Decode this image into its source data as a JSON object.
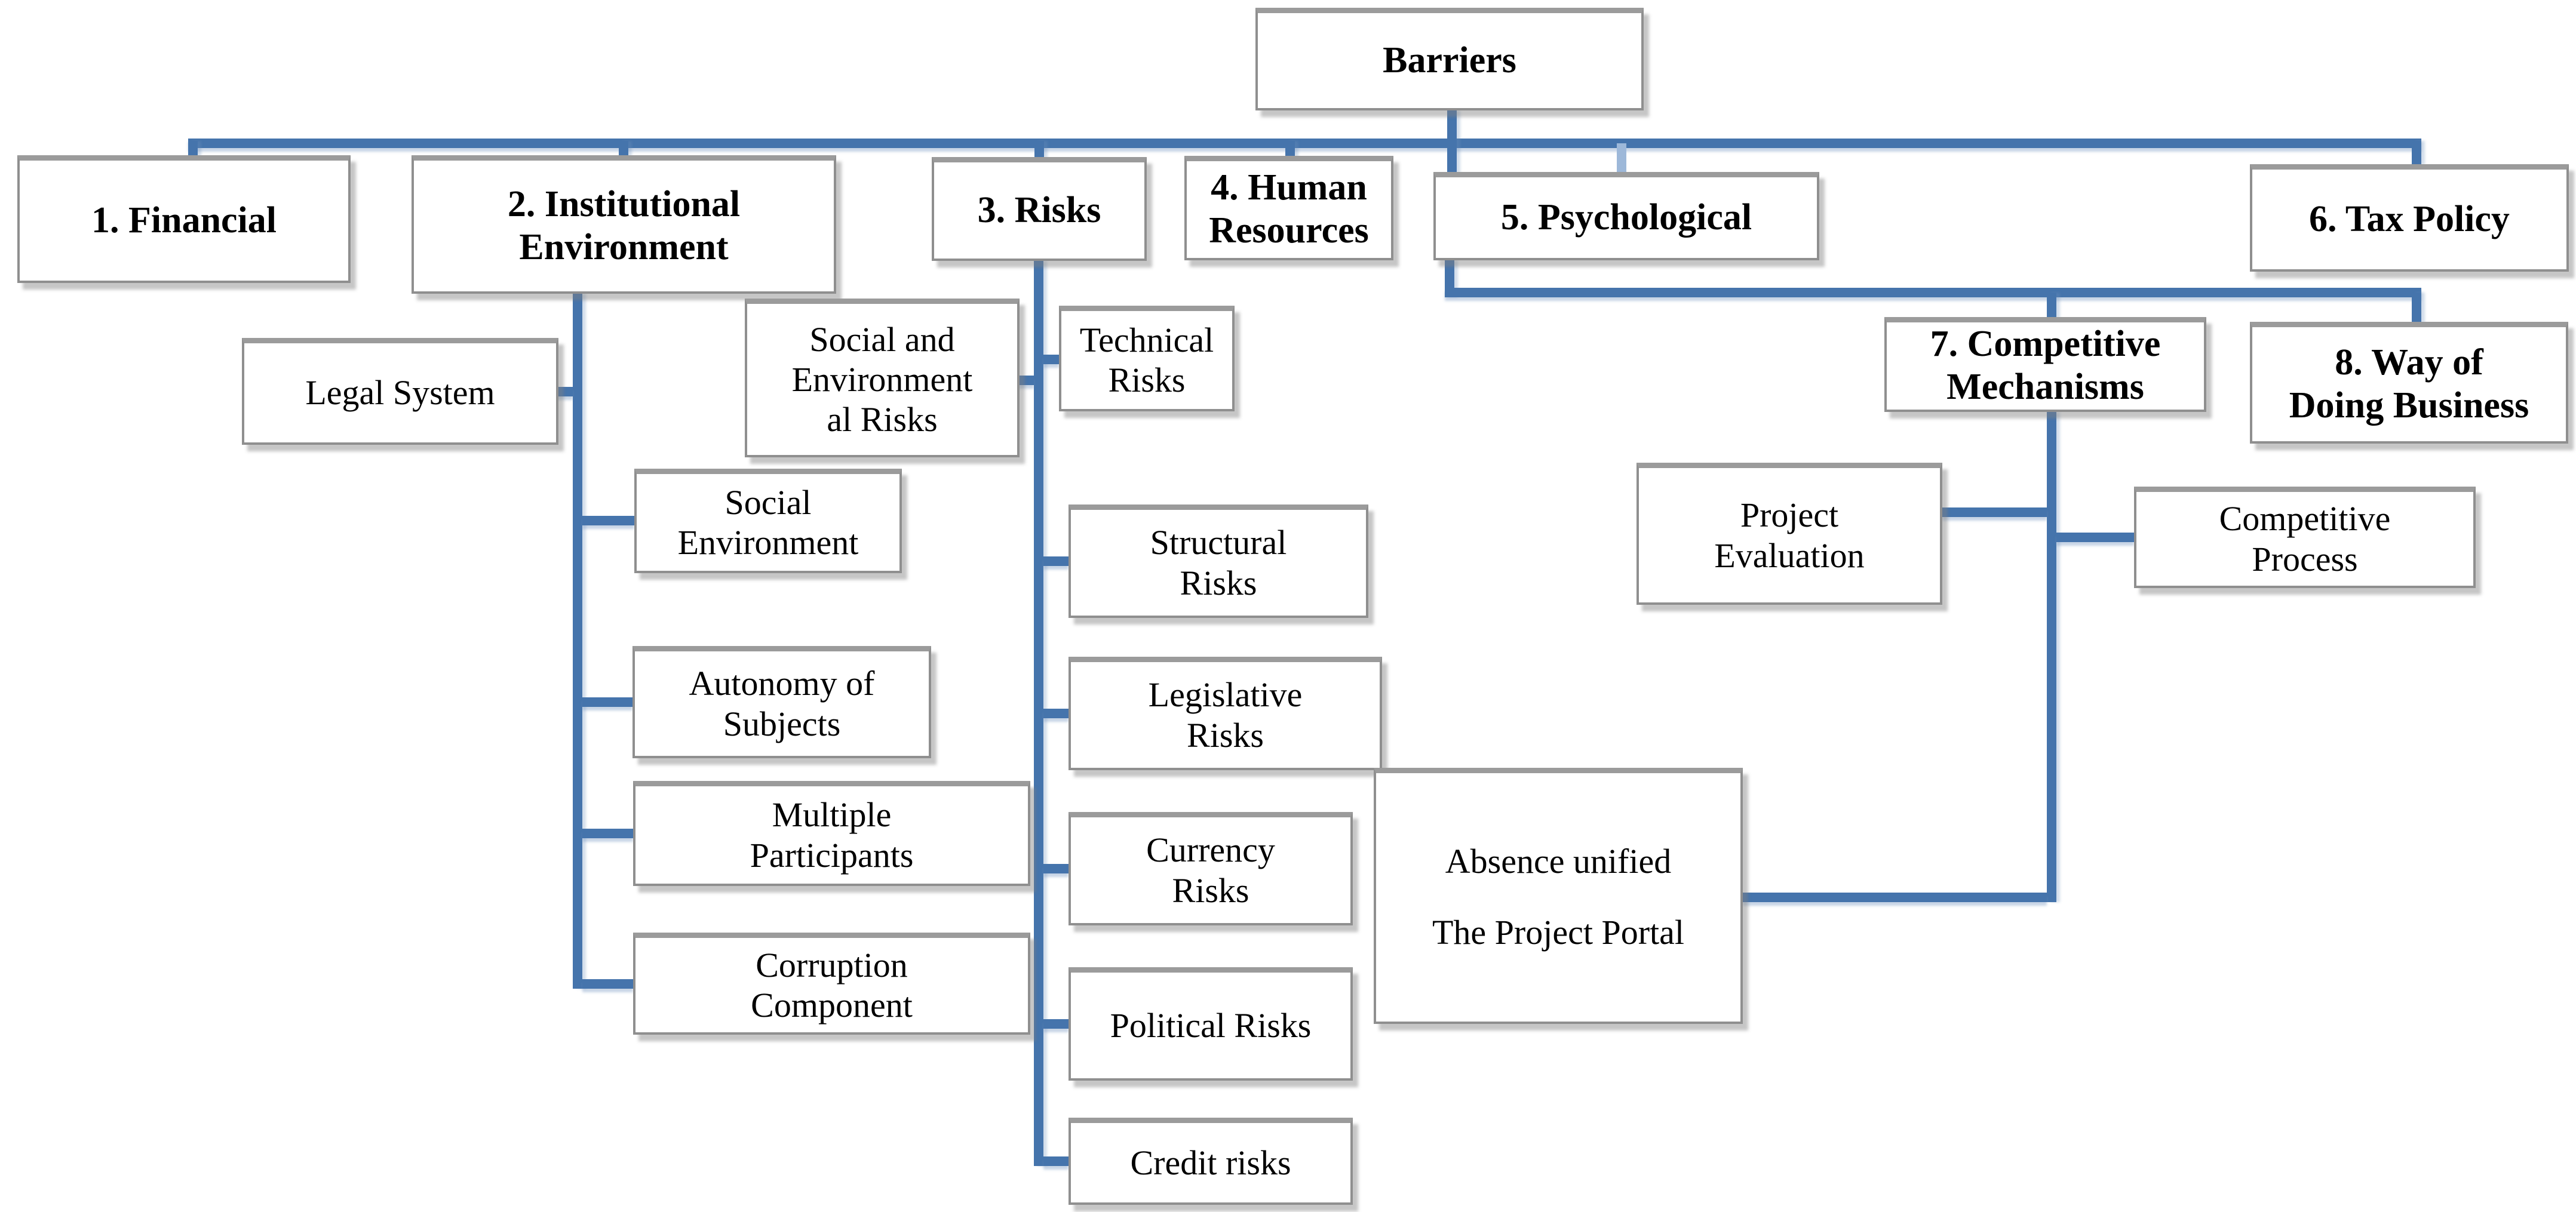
{
  "diagram": {
    "type": "hierarchy-flowchart",
    "title": "Barriers",
    "colors": {
      "connector_blue": "#4574ac",
      "connector_light_blue": "#9db8d9",
      "box_border_gray": "#8f8f8f",
      "box_fill": "#ffffff",
      "text": "#000000"
    },
    "nodes": {
      "barriers": {
        "label": "Barriers"
      },
      "financial": {
        "label": "1. Financial"
      },
      "institutional": {
        "label": "2. Institutional\nEnvironment"
      },
      "risks": {
        "label": "3. Risks"
      },
      "human": {
        "label": "4. Human\nResources"
      },
      "psychological": {
        "label": "5. Psychological"
      },
      "tax": {
        "label": "6. Tax Policy"
      },
      "competitive": {
        "label": "7. Competitive\nMechanisms"
      },
      "way": {
        "label": "8. Way of\nDoing Business"
      },
      "legal": {
        "label": "Legal System"
      },
      "social_env": {
        "label": "Social\nEnvironment"
      },
      "autonomy": {
        "label": "Autonomy of\nSubjects"
      },
      "multiple": {
        "label": "Multiple\nParticipants"
      },
      "corruption": {
        "label": "Corruption\nComponent"
      },
      "soc_env_risks": {
        "label": "Social and\nEnvironment\nal Risks"
      },
      "technical": {
        "label": "Technical\nRisks"
      },
      "structural": {
        "label": "Structural\nRisks"
      },
      "legislative": {
        "label": "Legislative\nRisks"
      },
      "currency": {
        "label": "Currency\nRisks"
      },
      "political": {
        "label": "Political Risks"
      },
      "credit": {
        "label": "Credit risks"
      },
      "project_eval": {
        "label": "Project\nEvaluation"
      },
      "competitive_process": {
        "label": "Competitive\nProcess"
      },
      "absence": {
        "label": "Absence unified\nThe Project Portal"
      }
    },
    "edges": [
      [
        "barriers",
        "financial"
      ],
      [
        "barriers",
        "institutional"
      ],
      [
        "barriers",
        "risks"
      ],
      [
        "barriers",
        "human"
      ],
      [
        "barriers",
        "psychological"
      ],
      [
        "barriers",
        "tax"
      ],
      [
        "psychological",
        "competitive"
      ],
      [
        "psychological",
        "way"
      ],
      [
        "institutional",
        "legal"
      ],
      [
        "institutional",
        "social_env"
      ],
      [
        "institutional",
        "autonomy"
      ],
      [
        "institutional",
        "multiple"
      ],
      [
        "institutional",
        "corruption"
      ],
      [
        "risks",
        "soc_env_risks"
      ],
      [
        "risks",
        "technical"
      ],
      [
        "risks",
        "structural"
      ],
      [
        "risks",
        "legislative"
      ],
      [
        "risks",
        "currency"
      ],
      [
        "risks",
        "political"
      ],
      [
        "risks",
        "credit"
      ],
      [
        "competitive",
        "project_eval"
      ],
      [
        "competitive",
        "competitive_process"
      ],
      [
        "competitive",
        "absence"
      ]
    ]
  }
}
